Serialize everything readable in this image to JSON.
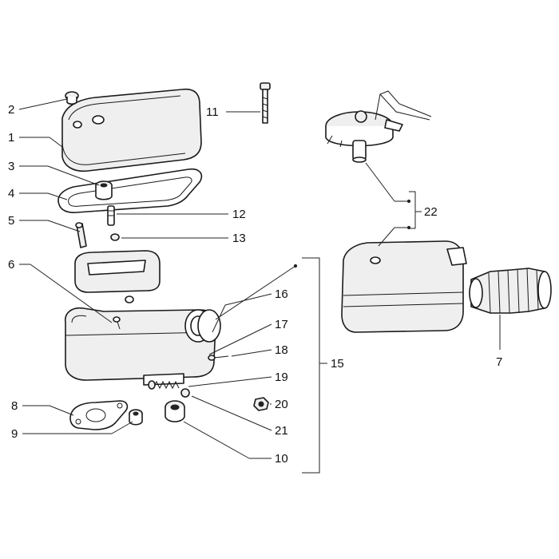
{
  "diagram": {
    "callouts": {
      "c1": "1",
      "c2": "2",
      "c3": "3",
      "c4": "4",
      "c5": "5",
      "c6": "6",
      "c7": "7",
      "c8": "8",
      "c9": "9",
      "c10": "10",
      "c11": "11",
      "c12": "12",
      "c13": "13",
      "c15": "15",
      "c16": "16",
      "c17": "17",
      "c18": "18",
      "c19": "19",
      "c20": "20",
      "c21": "21",
      "c22": "22"
    }
  }
}
